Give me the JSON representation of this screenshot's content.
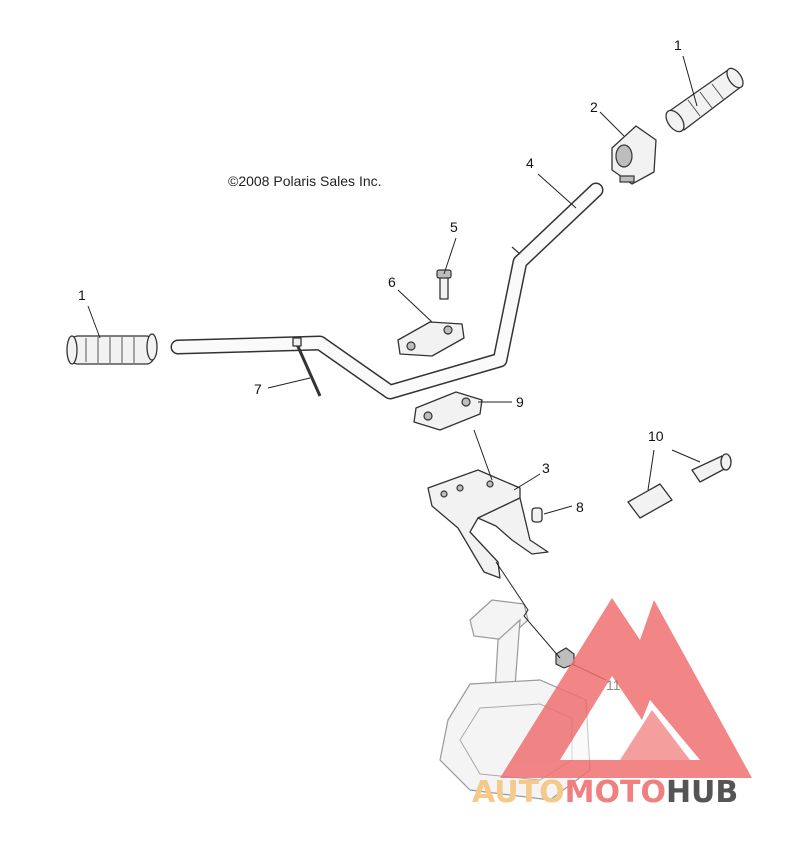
{
  "copyright": "©2008 Polaris Sales Inc.",
  "callouts": [
    "1",
    "2",
    "4",
    "5",
    "6",
    "1",
    "7",
    "9",
    "10",
    "3",
    "8",
    "11"
  ],
  "watermark": {
    "parts": [
      "AUTO",
      "MOTO",
      "HUB"
    ],
    "colors": {
      "auto": "#f5c98a",
      "moto": "#f08080",
      "hub": "#555555",
      "triangle": "#f07070"
    }
  }
}
